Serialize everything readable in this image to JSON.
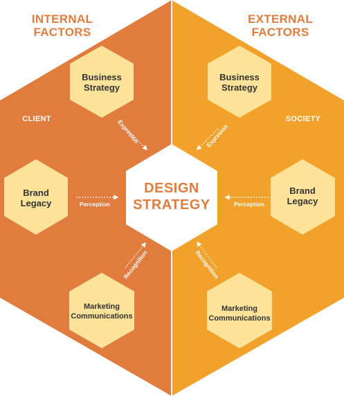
{
  "colors": {
    "left_panel": "#e07c3e",
    "right_panel": "#f2a22b",
    "node_fill": "#fde39a",
    "heading_color": "#e07c3e",
    "center_fill": "#ffffff",
    "center_text": "#e07c3e",
    "divider": "#ffffff"
  },
  "headers": {
    "internal_line1": "INTERNAL",
    "internal_line2": "FACTORS",
    "external_line1": "EXTERNAL",
    "external_line2": "FACTORS"
  },
  "sides": {
    "left": "CLIENT",
    "right": "SOCIETY"
  },
  "center": {
    "line1": "DESIGN",
    "line2": "STRATEGY"
  },
  "nodes": {
    "left_top": {
      "line1": "Business",
      "line2": "Strategy"
    },
    "left_mid": {
      "line1": "Brand",
      "line2": "Legacy"
    },
    "left_bottom": {
      "line1": "Marketing",
      "line2": "Communications"
    },
    "right_top": {
      "line1": "Business",
      "line2": "Strategy"
    },
    "right_mid": {
      "line1": "Brand",
      "line2": "Legacy"
    },
    "right_bottom": {
      "line1": "Marketing",
      "line2": "Communications"
    }
  },
  "arrows": {
    "left_top": "Expresion",
    "left_mid": "Perception",
    "left_bottom": "Recognition",
    "right_top": "Expresion",
    "right_mid": "Perception",
    "right_bottom": "Recognition"
  }
}
